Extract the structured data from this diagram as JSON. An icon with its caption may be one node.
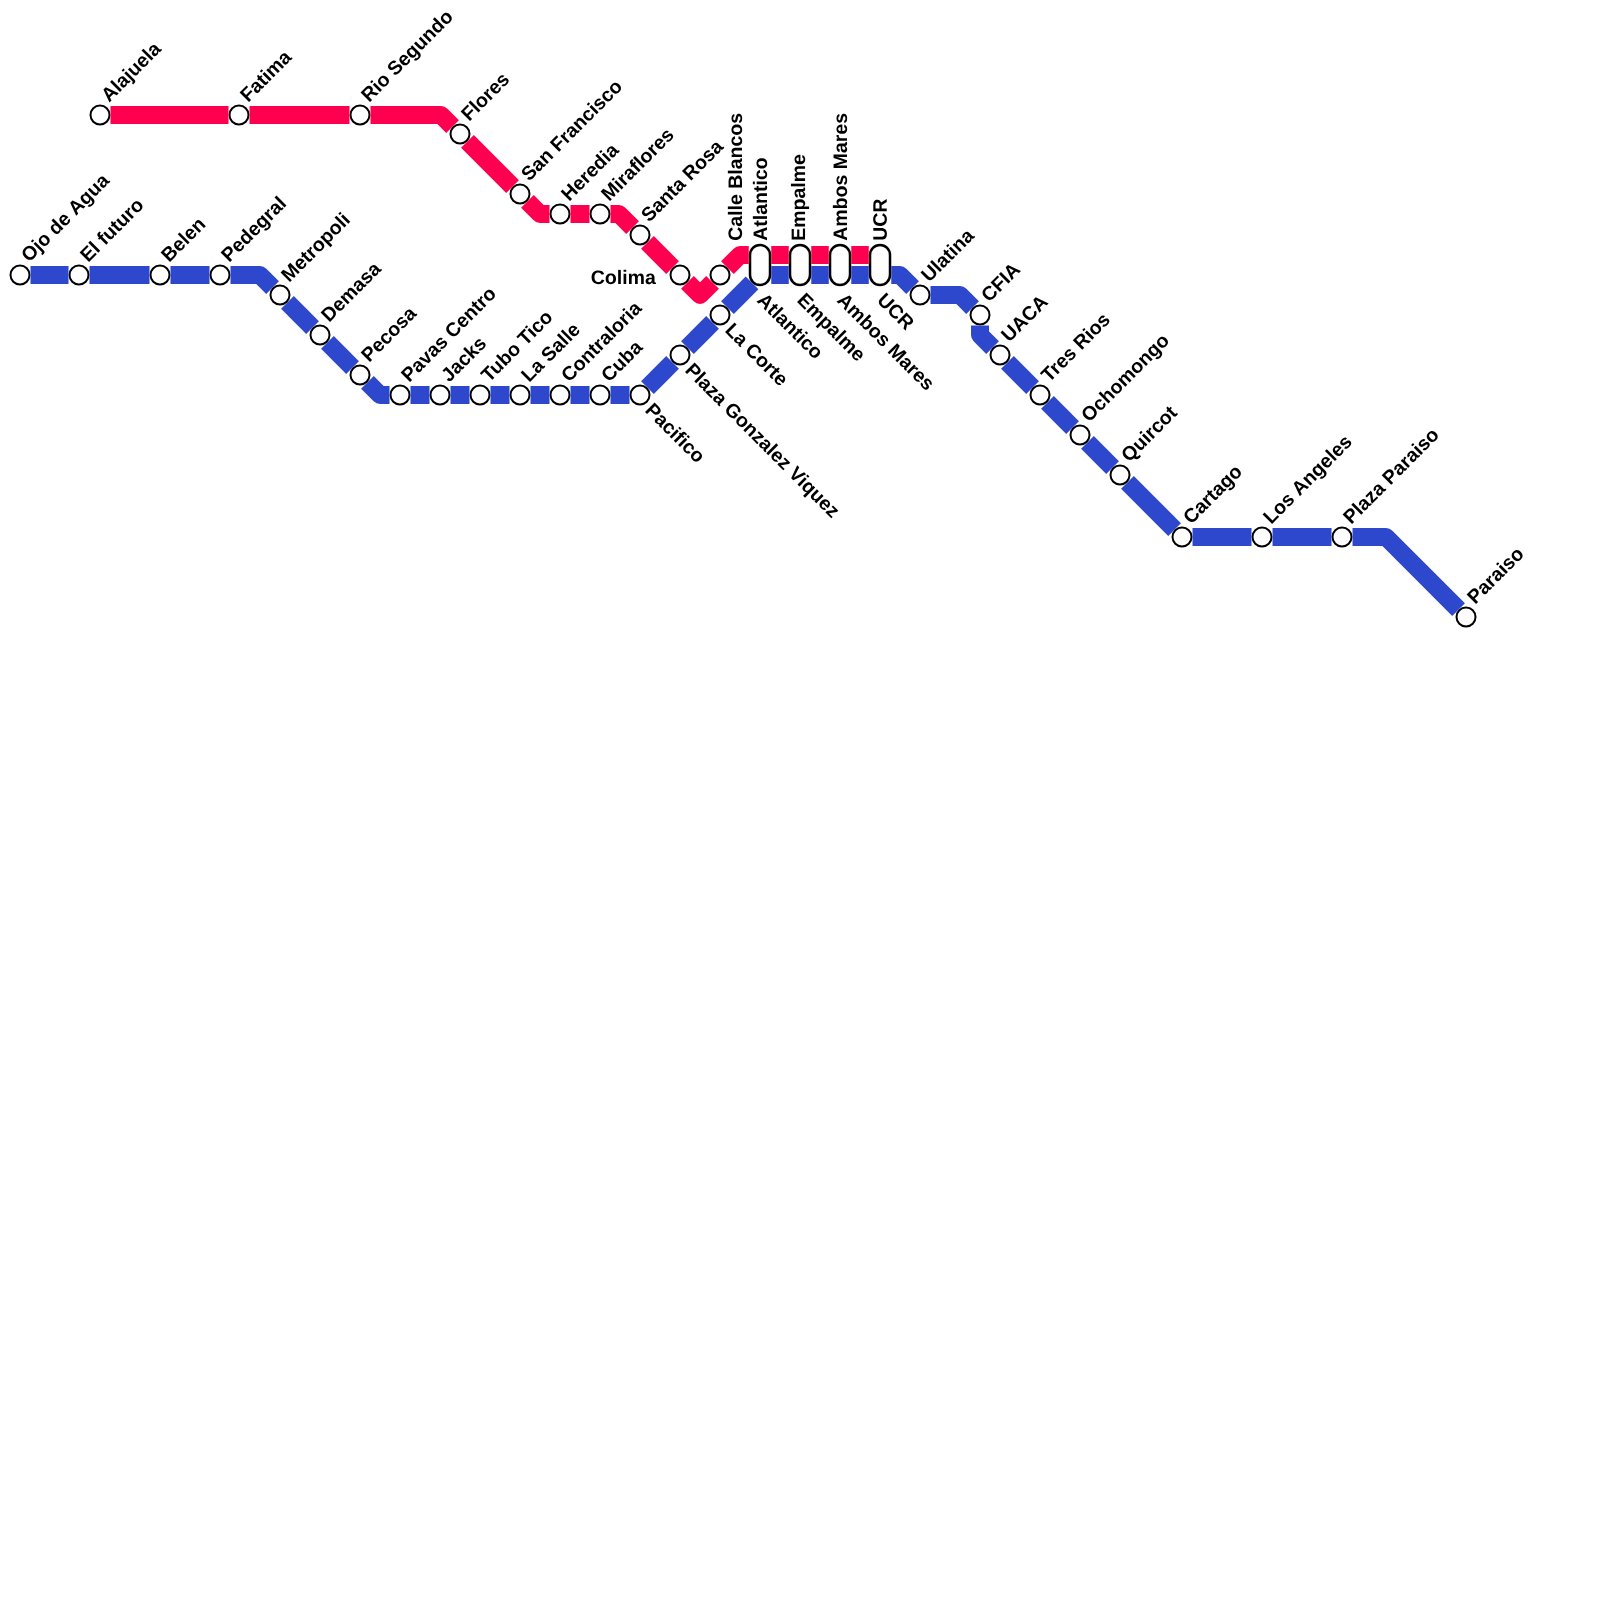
{
  "diagram": {
    "nodes": [
      {
        "text": [
          "Alajuela"
        ]
      },
      {
        "text": [
          "Fatima"
        ]
      },
      {
        "text": [
          "Rio Segundo"
        ]
      },
      {
        "text": [
          "Flores"
        ]
      },
      {
        "text": [
          "San Francisco"
        ]
      },
      {
        "text": [
          "Heredia"
        ]
      },
      {
        "text": [
          "Miraflores"
        ]
      },
      {
        "text": [
          "Santa Rosa"
        ]
      },
      {
        "text": [
          "Colima"
        ]
      },
      {
        "text": [
          "Calle Blancos"
        ]
      },
      {
        "text": [
          "Atlantico",
          "Atlantico"
        ]
      },
      {
        "text": [
          "Empalme",
          "Empalme"
        ]
      },
      {
        "text": [
          "Ambos Mares",
          "Ambos Mares"
        ]
      },
      {
        "text": [
          "UCR",
          "UCR"
        ]
      },
      {
        "text": [
          "Ojo de Agua"
        ]
      },
      {
        "text": [
          "El futuro"
        ]
      },
      {
        "text": [
          "Belen"
        ]
      },
      {
        "text": [
          "Pedegral"
        ]
      },
      {
        "text": [
          "Metropoli"
        ]
      },
      {
        "text": [
          "Demasa"
        ]
      },
      {
        "text": [
          "Pecosa"
        ]
      },
      {
        "text": [
          "Pavas Centro"
        ]
      },
      {
        "text": [
          "Jacks"
        ]
      },
      {
        "text": [
          "Tubo Tico"
        ]
      },
      {
        "text": [
          "La Salle"
        ]
      },
      {
        "text": [
          "Contraloria"
        ]
      },
      {
        "text": [
          "Cuba"
        ]
      },
      {
        "text": [
          "Pacifico"
        ]
      },
      {
        "text": [
          "Plaza Gonzalez Viquez"
        ]
      },
      {
        "text": [
          "La Corte"
        ]
      },
      {
        "text": [
          "Ulatina"
        ]
      },
      {
        "text": [
          "CFIA"
        ]
      },
      {
        "text": [
          "UACA"
        ]
      },
      {
        "text": [
          "Tres Rios"
        ]
      },
      {
        "text": [
          "Ochomongo"
        ]
      },
      {
        "text": [
          "Quircot"
        ]
      },
      {
        "text": [
          "Cartago"
        ]
      },
      {
        "text": [
          "Los Angeles"
        ]
      },
      {
        "text": [
          "Plaza Paraiso"
        ]
      },
      {
        "text": [
          "Paraiso"
        ]
      }
    ],
    "edges": [
      {
        "from": 0,
        "to": 1,
        "arrow": "none",
        "color": "#ff0050"
      },
      {
        "from": 1,
        "to": 2,
        "arrow": "none",
        "color": "#ff0050"
      },
      {
        "from": 2,
        "to": 3,
        "arrow": "none",
        "color": "#ff0050"
      },
      {
        "from": 3,
        "to": 4,
        "arrow": "none",
        "color": "#ff0050"
      },
      {
        "from": 4,
        "to": 5,
        "arrow": "none",
        "color": "#ff0050"
      },
      {
        "from": 5,
        "to": 6,
        "arrow": "none",
        "color": "#ff0050"
      },
      {
        "from": 6,
        "to": 7,
        "arrow": "none",
        "color": "#ff0050"
      },
      {
        "from": 7,
        "to": 8,
        "arrow": "none",
        "color": "#ff0050"
      },
      {
        "from": 8,
        "to": 9,
        "arrow": "none",
        "color": "#ff0050"
      },
      {
        "from": 9,
        "to": 10,
        "arrow": "none",
        "color": "#ff0050"
      },
      {
        "from": 10,
        "to": 11,
        "arrow": "none",
        "color": "#ff0050"
      },
      {
        "from": 11,
        "to": 12,
        "arrow": "none",
        "color": "#ff0050"
      },
      {
        "from": 12,
        "to": 13,
        "arrow": "none",
        "color": "#ff0050"
      },
      {
        "from": 14,
        "to": 15,
        "arrow": "none"
      },
      {
        "from": 15,
        "to": 16,
        "arrow": "none"
      },
      {
        "from": 16,
        "to": 17,
        "arrow": "none"
      },
      {
        "from": 17,
        "to": 18,
        "arrow": "none"
      },
      {
        "from": 18,
        "to": 19,
        "arrow": "none"
      },
      {
        "from": 19,
        "to": 20,
        "arrow": "none"
      },
      {
        "from": 20,
        "to": 21,
        "arrow": "none"
      },
      {
        "from": 21,
        "to": 22,
        "arrow": "none"
      },
      {
        "from": 22,
        "to": 23,
        "arrow": "none"
      },
      {
        "from": 23,
        "to": 24,
        "arrow": "none"
      },
      {
        "from": 24,
        "to": 25,
        "arrow": "none"
      },
      {
        "from": 25,
        "to": 26,
        "arrow": "none"
      },
      {
        "from": 26,
        "to": 27,
        "arrow": "none"
      },
      {
        "from": 27,
        "to": 28,
        "arrow": "none"
      },
      {
        "from": 28,
        "to": 29,
        "arrow": "none"
      },
      {
        "from": 29,
        "to": 10,
        "arrow": "none"
      },
      {
        "from": 10,
        "to": 11,
        "arrow": "none"
      },
      {
        "from": 11,
        "to": 12,
        "arrow": "none"
      },
      {
        "from": 12,
        "to": 13,
        "arrow": "none"
      },
      {
        "from": 13,
        "to": 30,
        "arrow": "none"
      },
      {
        "from": 30,
        "to": 31,
        "arrow": "none"
      },
      {
        "from": 31,
        "to": 32,
        "arrow": "none"
      },
      {
        "from": 32,
        "to": 33,
        "arrow": "none"
      },
      {
        "from": 33,
        "to": 34,
        "arrow": "none"
      },
      {
        "from": 34,
        "to": 35,
        "arrow": "none"
      },
      {
        "from": 35,
        "to": 36,
        "arrow": "none"
      },
      {
        "from": 36,
        "to": 37,
        "arrow": "none"
      },
      {
        "from": 37,
        "to": 38,
        "arrow": "none"
      },
      {
        "from": 38,
        "to": 39,
        "arrow": "none"
      }
    ]
  }
}
